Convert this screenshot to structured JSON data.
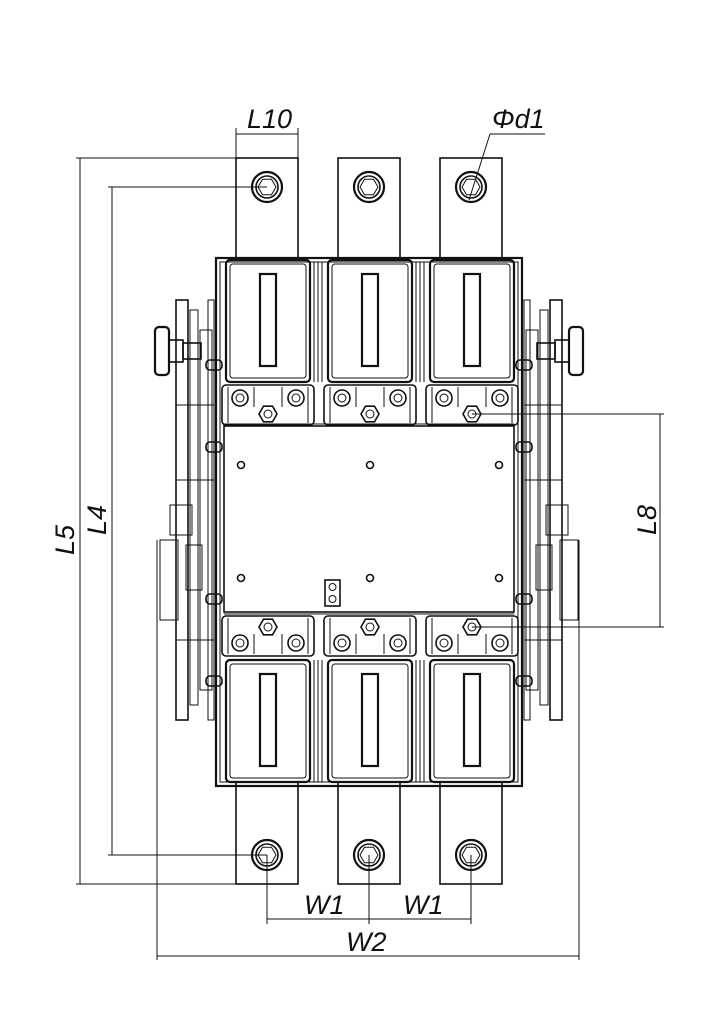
{
  "labels": {
    "L10": "L10",
    "Phid1": "Φd1",
    "L5": "L5",
    "L4": "L4",
    "L8": "L8",
    "W1_left": "W1",
    "W1_right": "W1",
    "W2": "W2"
  },
  "icons": {
    "terminal_bolt": "bolt-hex-icon",
    "handle_knob": "knob-icon",
    "window": "slot-window-icon"
  }
}
